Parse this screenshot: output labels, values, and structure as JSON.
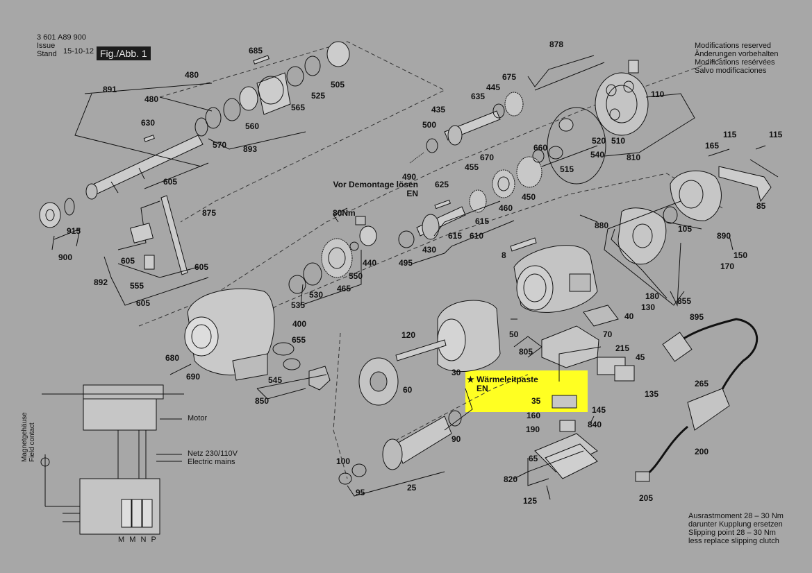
{
  "header": {
    "doc_number": "3 601 A89 900",
    "issue_label": "Issue",
    "stand_label": "Stand",
    "issue_date": "15-10-12",
    "figure_label": "Fig./Abb. 1"
  },
  "notes": {
    "modifications": [
      "Modifications reserved",
      "Änderungen vorbehalten",
      "Modifications resérvées",
      "Salvo modificaciones"
    ],
    "demontage": [
      "Vor Demontage lösen",
      "EN"
    ],
    "waermeleitpaste": [
      "★ Wärmeleitpaste",
      "EN"
    ],
    "clutch": [
      "Ausrastmoment 28 – 30 Nm",
      "darunter Kupplung ersetzen",
      "Slipping point 28 – 30 Nm",
      "less replace slipping clutch"
    ],
    "torque": "80Nm"
  },
  "wiring": {
    "motor": "Motor",
    "mains": [
      "Netz 230/110V",
      "Electric mains"
    ],
    "field_contact": [
      "Magnetgehäuse",
      "Field contact"
    ],
    "terminals": "M M N P"
  },
  "highlight_color": "#ffff22",
  "part_numbers": {
    "p891": "891",
    "p480a": "480",
    "p480b": "480",
    "p685": "685",
    "p525": "525",
    "p505": "505",
    "p565": "565",
    "p560": "560",
    "p893": "893",
    "p570": "570",
    "p630": "630",
    "p878": "878",
    "p675": "675",
    "p445": "445",
    "p635": "635",
    "p435": "435",
    "p110": "110",
    "p500": "500",
    "p520": "520",
    "p510": "510",
    "p540": "540",
    "p810": "810",
    "p660": "660",
    "p515": "515",
    "p490": "490",
    "p165": "165",
    "p115a": "115",
    "p115b": "115",
    "p85": "85",
    "p105": "105",
    "p890": "890",
    "p150": "150",
    "p170": "170",
    "p880": "880",
    "p605a": "605",
    "p875": "875",
    "p915": "915",
    "p900": "900",
    "p605b": "605",
    "p892": "892",
    "p555": "555",
    "p605c": "605",
    "p605d": "605",
    "p670": "670",
    "p455": "455",
    "p460": "460",
    "p450": "450",
    "p625": "625",
    "p615a": "615",
    "p615b": "615",
    "p610": "610",
    "p430": "430",
    "p495": "495",
    "p440": "440",
    "p550": "550",
    "p465": "465",
    "p530": "530",
    "p535": "535",
    "p8": "8",
    "p180": "180",
    "p130": "130",
    "p855": "855",
    "p400": "400",
    "p655": "655",
    "p680": "680",
    "p690": "690",
    "p545": "545",
    "p850": "850",
    "p120": "120",
    "p50": "50",
    "p805": "805",
    "p40": "40",
    "p70": "70",
    "p215": "215",
    "p45": "45",
    "p135": "135",
    "p895": "895",
    "p30": "30",
    "p60": "60",
    "p35": "35",
    "p145": "145",
    "p160": "160",
    "p840": "840",
    "p190": "190",
    "p90": "90",
    "p100": "100",
    "p95": "95",
    "p25": "25",
    "p65": "65",
    "p820": "820",
    "p125": "125",
    "p265": "265",
    "p200": "200",
    "p205": "205"
  }
}
